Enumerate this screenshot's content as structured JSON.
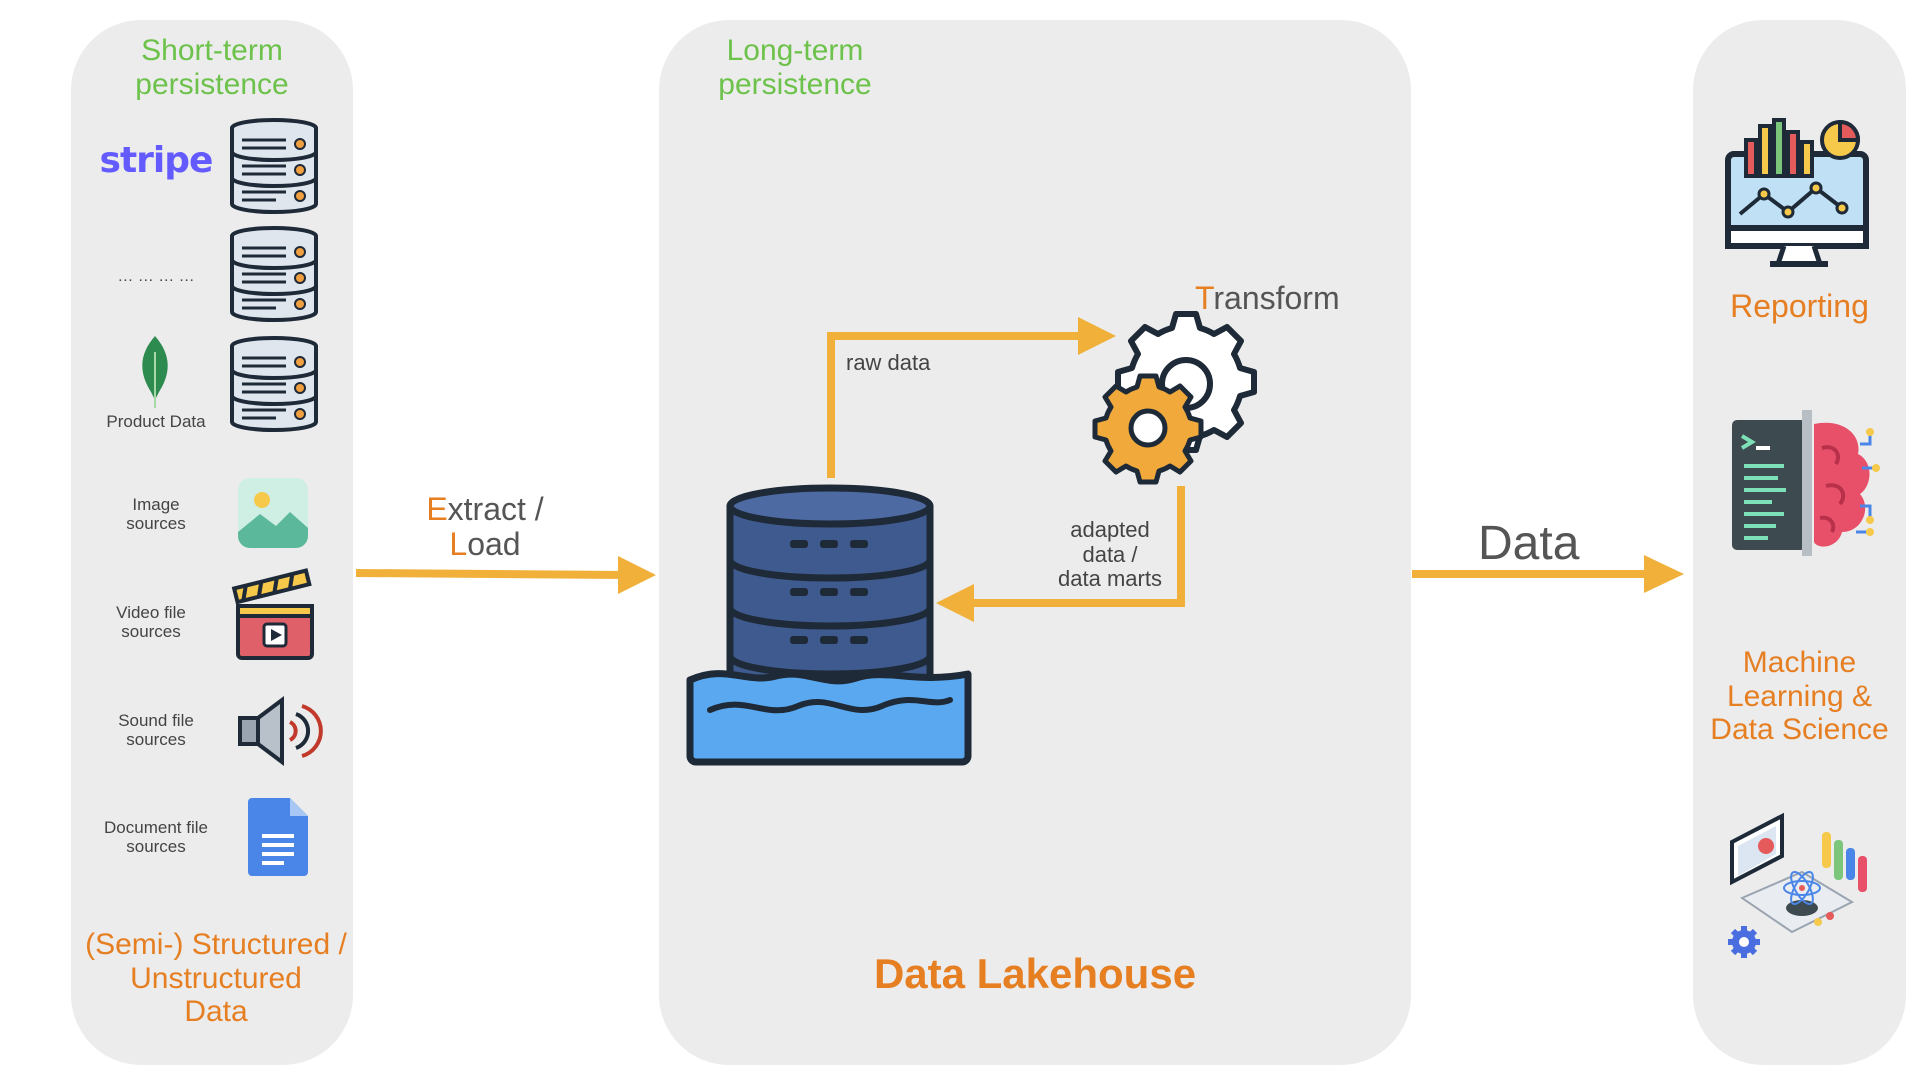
{
  "colors": {
    "panel_bg": "#ececec",
    "arrow": "#f0b03a",
    "heading_green": "#6cc24a",
    "heading_orange": "#e67e22",
    "stripe_purple": "#635bff",
    "text_grey": "#444444"
  },
  "left_panel": {
    "heading": "Short-term\npersistence",
    "sources": [
      {
        "label": "stripe",
        "icon": "stripe-logo",
        "db_icon": "database-icon"
      },
      {
        "label": "… … … …",
        "icon": "ellipsis",
        "db_icon": "database-icon"
      },
      {
        "label": "Product Data",
        "icon": "mongodb-leaf-icon",
        "db_icon": "database-icon"
      },
      {
        "label": "Image\nsources",
        "icon": "image-icon"
      },
      {
        "label": "Video file\nsources",
        "icon": "clapperboard-icon"
      },
      {
        "label": "Sound file\nsources",
        "icon": "speaker-icon"
      },
      {
        "label": "Document file\nsources",
        "icon": "document-icon"
      }
    ],
    "footer": "(Semi-) Structured /\nUnstructured\nData"
  },
  "extract_load": {
    "first_letter_1": "E",
    "rest_1": "xtract /",
    "first_letter_2": "L",
    "rest_2": "oad"
  },
  "center_panel": {
    "heading": "Long-term\npersistence",
    "raw_data": "raw data",
    "transform_first": "T",
    "transform_rest": "ransform",
    "adapted": "adapted\ndata /\ndata marts",
    "title": "Data Lakehouse",
    "lakehouse_icon": "database-lake-icon",
    "gears_icon": "gears-icon"
  },
  "data_arrow_label": "Data",
  "right_panel": {
    "reporting_label": "Reporting",
    "reporting_icon": "dashboard-monitor-icon",
    "ml_label": "Machine\nLearning &\nData Science",
    "ml_icon": "code-brain-icon",
    "ds_icon": "data-science-workstation-icon"
  }
}
